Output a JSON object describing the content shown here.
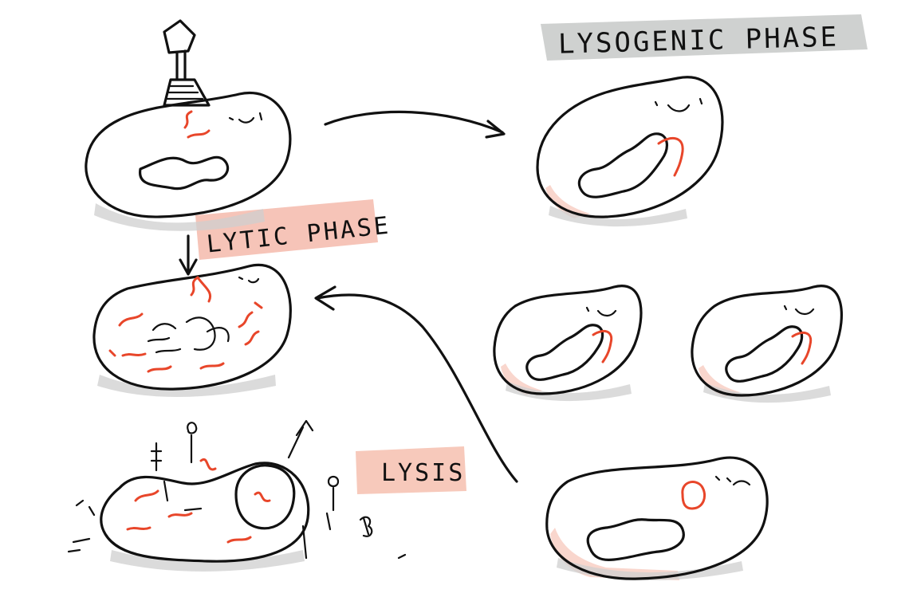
{
  "labels": {
    "lysogenic": "LYSOGENIC PHASE",
    "lytic": "LYTIC PHASE",
    "lysis": "LYSIS"
  },
  "colors": {
    "ink": "#111111",
    "phage_dna": "#e8462a",
    "lytic_highlight": "#f6c4b8",
    "lysis_highlight": "#f7c9bb",
    "lysogenic_highlight": "#cfd1d0",
    "cell_shadow": "#cfcfcf"
  }
}
